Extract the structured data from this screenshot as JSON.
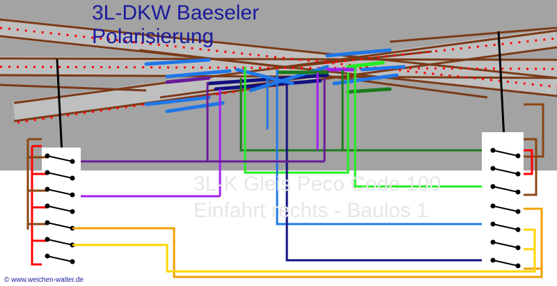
{
  "title": {
    "line1": "3L-DKW Baeseler",
    "line2": "Polarisierung"
  },
  "background_text": {
    "line1": "3L-K Gleis Peco Code 100",
    "line2": "Einfahrt rechts - Baulos 1"
  },
  "credit": "© www.weichen-walter.de",
  "colors": {
    "ballast": "#a3a3a3",
    "rail": "#7a3a17",
    "sleeper": "#d9d9d9",
    "center_dots": "#ff0000",
    "wire_purple": "#6a1b9a",
    "wire_magenta": "#a020f0",
    "wire_darkgreen": "#1b7a1b",
    "wire_green": "#22ee22",
    "wire_blue": "#1f77e8",
    "wire_navy": "#101080",
    "wire_orange": "#f0a000",
    "wire_yellow": "#ffd400",
    "wire_red": "#ff0000",
    "wire_brown": "#8b4513"
  }
}
